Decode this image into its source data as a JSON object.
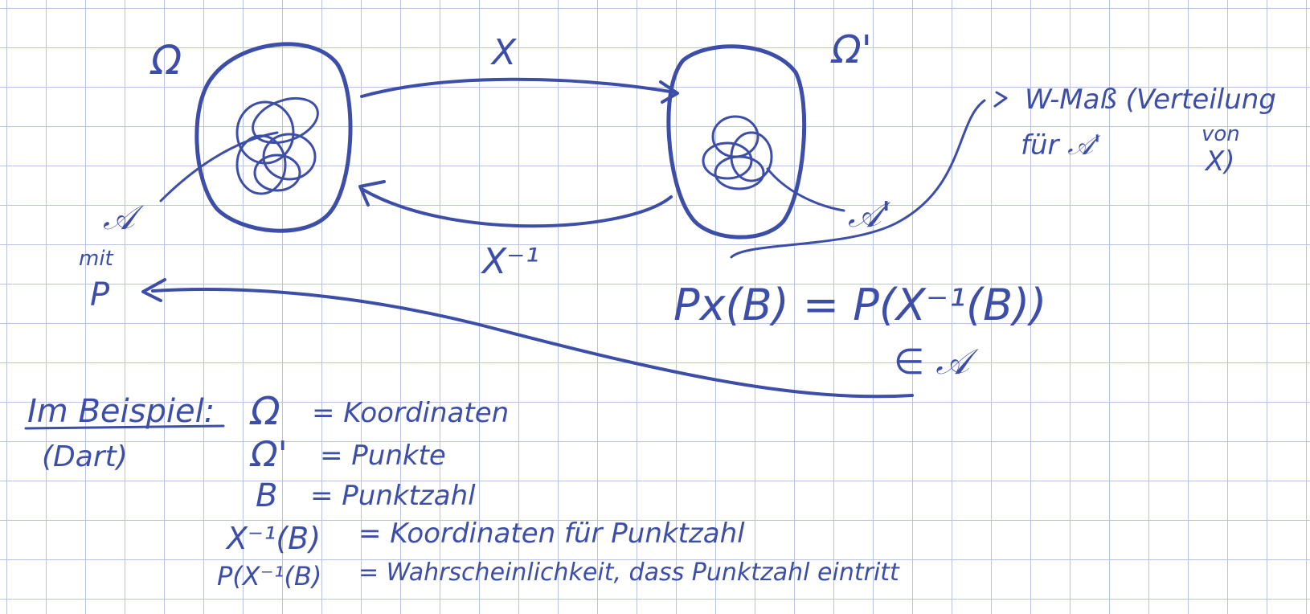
{
  "diagram": {
    "omega_label": "Ω",
    "omega_prime_label": "Ω'",
    "top_arrow_label": "X",
    "bottom_arrow_label": "X⁻¹",
    "sigma_left": "𝒜",
    "sigma_left_note_1": "mit",
    "sigma_left_note_2": "P",
    "sigma_right": "𝒜'",
    "w_mass_label": "W-Maß (Verteilung",
    "w_mass_line2": "für 𝒜'",
    "w_mass_von": "von",
    "w_mass_x": "X)",
    "formula": "Px(B) = P(X⁻¹(B))",
    "element_of": "∈ 𝒜"
  },
  "example": {
    "heading": "Im Beispiel:",
    "subheading": "(Dart)",
    "rows": [
      {
        "lhs": "Ω",
        "rhs": "= Koordinaten"
      },
      {
        "lhs": "Ω'",
        "rhs": "= Punkte"
      },
      {
        "lhs": "B",
        "rhs": "= Punktzahl"
      },
      {
        "lhs": "X⁻¹(B)",
        "rhs": "= Koordinaten für Punktzahl"
      },
      {
        "lhs": "P(X⁻¹(B)",
        "rhs": "= Wahrscheinlichkeit, dass Punktzahl eintritt"
      }
    ]
  },
  "colors": {
    "ink": "#3d4ea8",
    "grid": "#b7c3e4",
    "paper": "#ffffff"
  }
}
